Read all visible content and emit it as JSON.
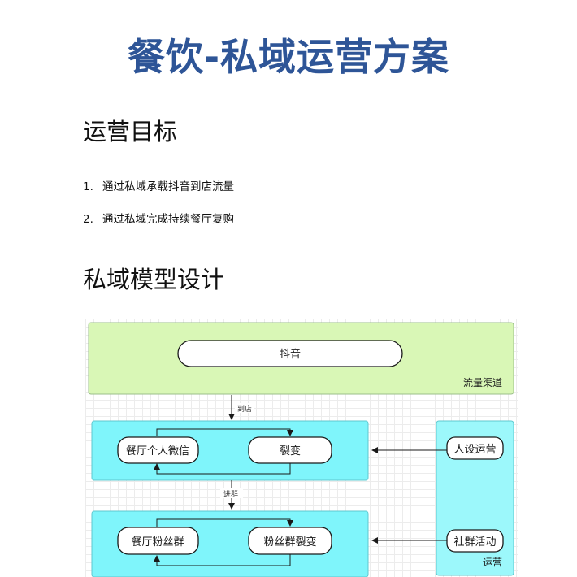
{
  "document": {
    "title": "餐饮-私域运营方案"
  },
  "sections": {
    "goals": {
      "heading": "运营目标",
      "items": [
        {
          "num": "1.",
          "text": "通过私域承载抖音到店流量"
        },
        {
          "num": "2.",
          "text": "通过私域完成持续餐厅复购"
        }
      ]
    },
    "model": {
      "heading": "私域模型设计"
    }
  },
  "diagram": {
    "zones": {
      "traffic": "流量渠道",
      "operations": "运营"
    },
    "nodes": {
      "douyin": "抖音",
      "wechat": "餐厅个人微信",
      "fission": "裂变",
      "fans_group": "餐厅粉丝群",
      "fans_fission": "粉丝群裂变",
      "persona": "人设运营",
      "community": "社群活动"
    },
    "edges": {
      "to_store": "到店",
      "join_group": "进群"
    },
    "colors": {
      "traffic_zone": "#d9f7b6",
      "flow_zone": "#7ff5fb",
      "ops_zone": "#9cf8fb",
      "node_fill": "#ffffff",
      "stroke": "#1a1a1a",
      "title": "#2e5597"
    }
  }
}
